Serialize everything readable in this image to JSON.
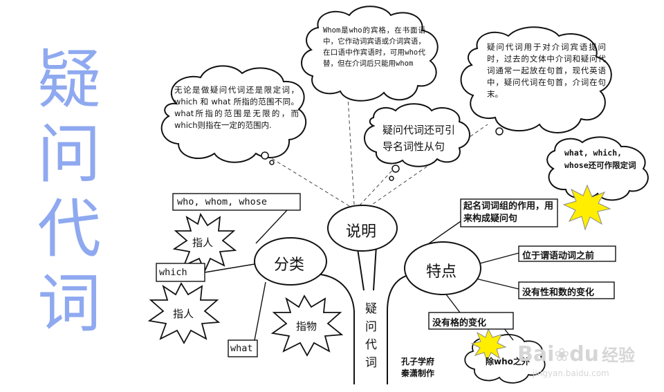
{
  "title_chars": [
    "疑",
    "问",
    "代",
    "词"
  ],
  "center": {
    "trunk_chars": [
      "疑",
      "问",
      "代",
      "词"
    ],
    "shuoming": "说明",
    "fenlei": "分类",
    "tedian": "特点"
  },
  "notes": {
    "left": "无论是做疑问代词还是限定词，which 和 what 所指的范围不同。what所指的范围是无限的，而which则指在一定的范围内.",
    "top": "Whom是who的宾格，在书面语中，它作动词宾语或介词宾语，在口语中作宾语时，可用who代替，但在介词后只能用whom",
    "right": "疑问代词用于对介词宾语提问时，过去的文体中介词和疑问代词通常一起放在句首，现代英语中，疑问代词在句首，介词在句末。",
    "middle": "疑问代词还可引导名词性从句",
    "limit": "what, which, whose还可作限定词",
    "exception": "除who之外"
  },
  "classification": {
    "who_group": "who, whom, whose",
    "which": "which",
    "what": "what",
    "star_person_1": "指人",
    "star_person_2": "指人",
    "star_thing": "指物"
  },
  "features": {
    "f1": "起名词词组的作用，用来构成疑问句",
    "f2": "位于谓语动词之前",
    "f3": "没有性和数的变化",
    "f4": "没有格的变化"
  },
  "author": [
    "孔子学府",
    "秦潇制作"
  ],
  "watermark": {
    "brand_left": "Bai",
    "brand_right": "du",
    "brand_cn": "经验",
    "url": "jingyan.baidu.com"
  },
  "colors": {
    "title": "#8fa9f0",
    "star_yellow": "#ffee00",
    "ink": "#111111"
  }
}
